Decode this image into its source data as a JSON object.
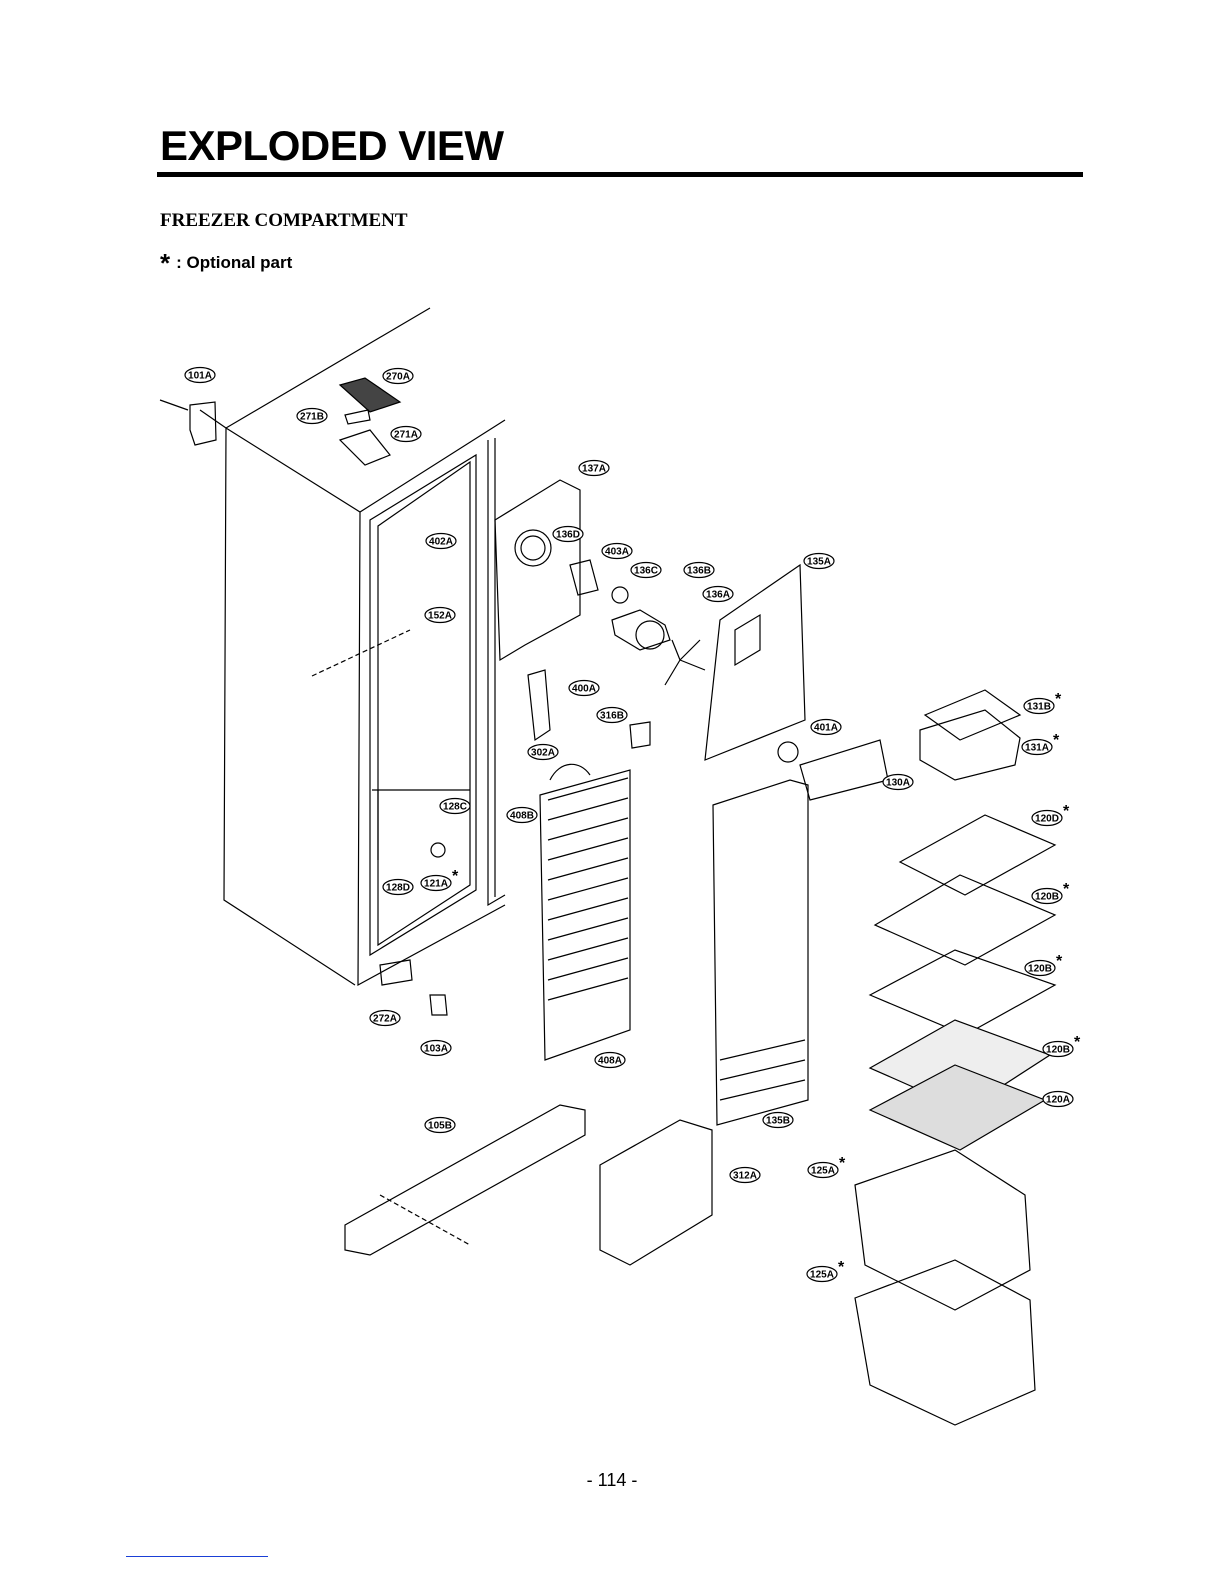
{
  "page": {
    "title": "EXPLODED VIEW",
    "section": "FREEZER COMPARTMENT",
    "legend_symbol": "*",
    "legend_text": ": Optional part",
    "page_number": "- 114 -"
  },
  "parts": [
    {
      "id": "101A",
      "optional": false
    },
    {
      "id": "270A",
      "optional": false
    },
    {
      "id": "271B",
      "optional": false
    },
    {
      "id": "271A",
      "optional": false
    },
    {
      "id": "137A",
      "optional": false
    },
    {
      "id": "402A",
      "optional": false
    },
    {
      "id": "136D",
      "optional": false
    },
    {
      "id": "403A",
      "optional": false
    },
    {
      "id": "136C",
      "optional": false
    },
    {
      "id": "136B",
      "optional": false
    },
    {
      "id": "135A",
      "optional": false
    },
    {
      "id": "136A",
      "optional": false
    },
    {
      "id": "152A",
      "optional": false
    },
    {
      "id": "400A",
      "optional": false
    },
    {
      "id": "316B",
      "optional": false
    },
    {
      "id": "131B",
      "optional": true
    },
    {
      "id": "401A",
      "optional": false
    },
    {
      "id": "302A",
      "optional": false
    },
    {
      "id": "131A",
      "optional": true
    },
    {
      "id": "130A",
      "optional": false
    },
    {
      "id": "128C",
      "optional": false
    },
    {
      "id": "408B",
      "optional": false
    },
    {
      "id": "120D",
      "optional": true
    },
    {
      "id": "128D",
      "optional": false
    },
    {
      "id": "121A",
      "optional": true
    },
    {
      "id": "120B",
      "optional": true
    },
    {
      "id": "120B",
      "optional": true
    },
    {
      "id": "272A",
      "optional": false
    },
    {
      "id": "103A",
      "optional": false
    },
    {
      "id": "408A",
      "optional": false
    },
    {
      "id": "120B",
      "optional": true
    },
    {
      "id": "120A",
      "optional": false
    },
    {
      "id": "105B",
      "optional": false
    },
    {
      "id": "135B",
      "optional": false
    },
    {
      "id": "312A",
      "optional": false
    },
    {
      "id": "125A",
      "optional": true
    },
    {
      "id": "125A",
      "optional": true
    }
  ]
}
